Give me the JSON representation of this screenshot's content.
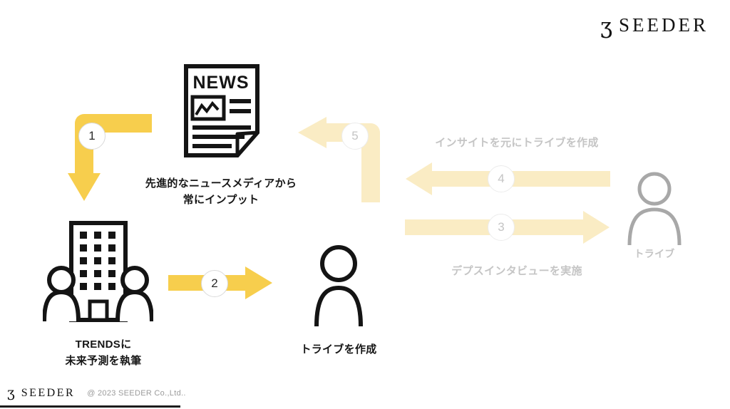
{
  "header": {
    "logo_text": "SEEDER",
    "logo_glyph": "ʒ"
  },
  "footer": {
    "logo_text": "SEEDER",
    "logo_glyph": "ʒ",
    "copyright": "@ 2023 SEEDER Co.,Ltd.."
  },
  "newspaper": {
    "headline": "NEWS"
  },
  "steps": {
    "1": "1",
    "2": "2",
    "3": "3",
    "4": "4",
    "5": "5"
  },
  "captions": {
    "news_line1": "先進的なニュースメディアから",
    "news_line2": "常にインプット",
    "trends_line1": "TRENDSに",
    "trends_line2": "未来予測を執筆",
    "tribe_create": "トライブを作成",
    "insight": "インサイトを元にトライブを作成",
    "interview": "デプスインタビューを実施",
    "tribe": "トライブ"
  },
  "colors": {
    "arrow_primary": "#F7CE4D",
    "arrow_faded": "#FAECC4",
    "icon_gray": "#a8a8a8",
    "text_gray": "#c5c5c5",
    "text_black": "#161616"
  }
}
